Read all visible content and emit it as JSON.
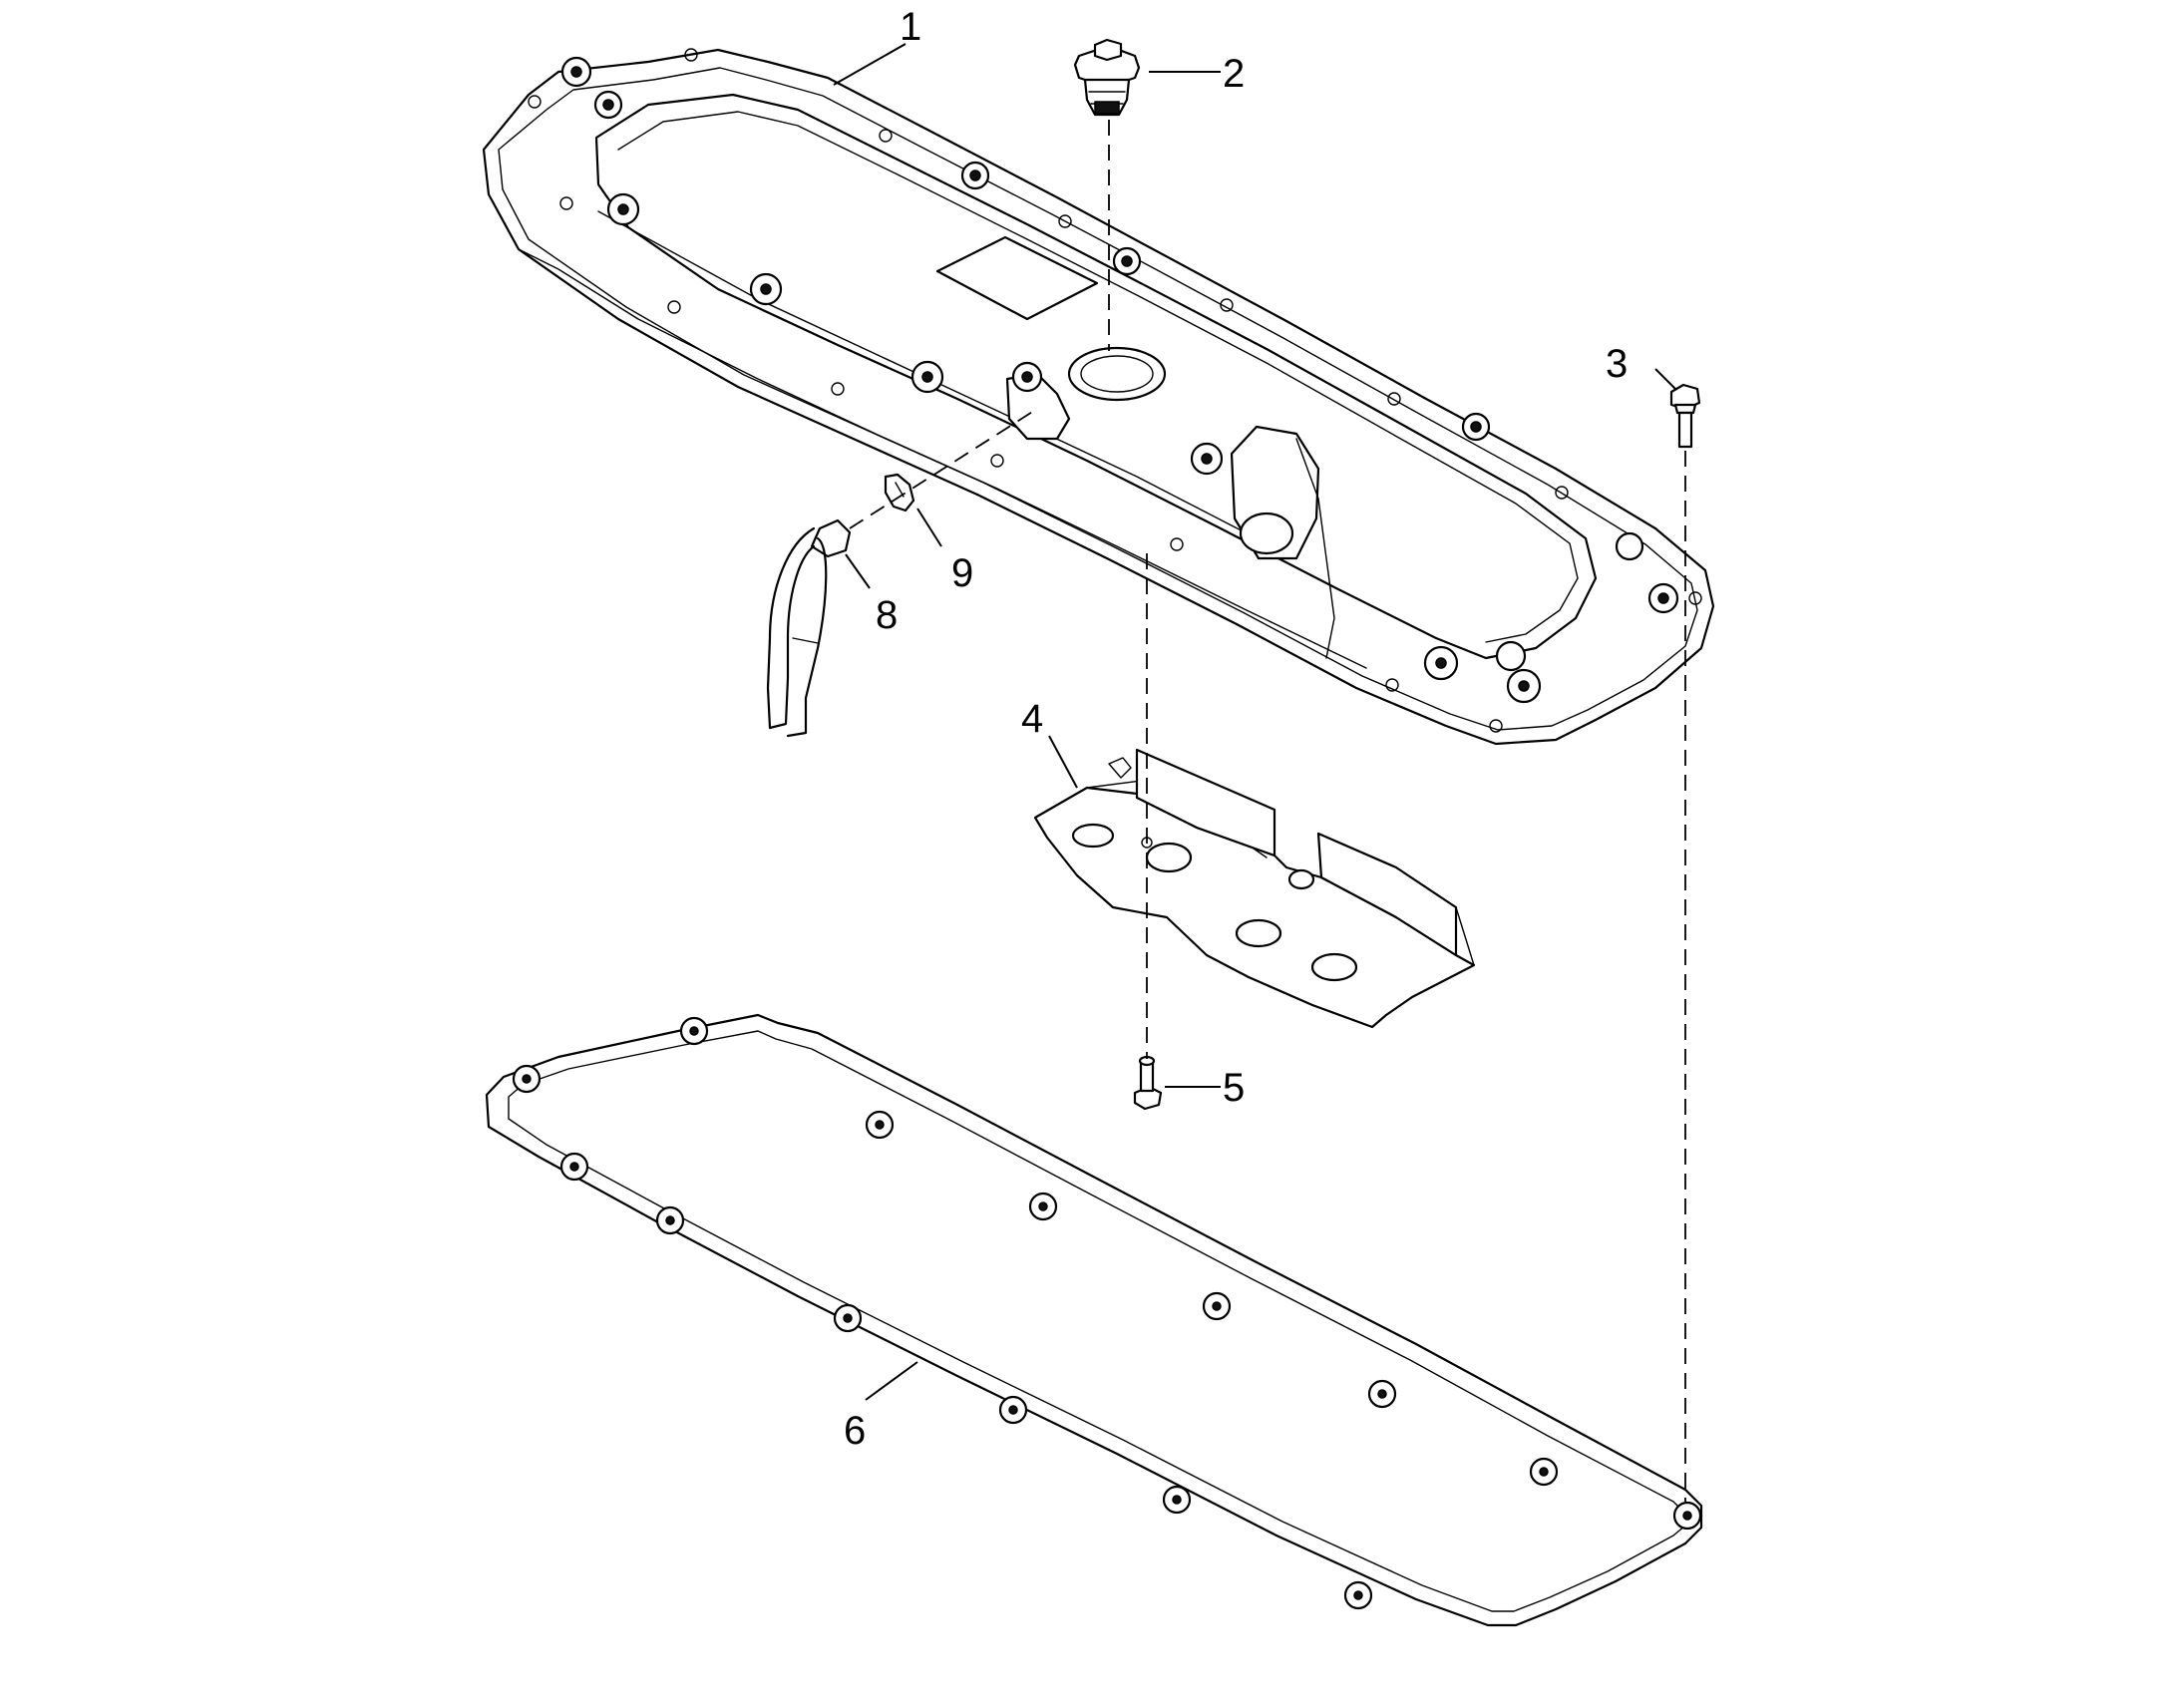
{
  "callouts": [
    {
      "id": "1",
      "label": "1"
    },
    {
      "id": "2",
      "label": "2"
    },
    {
      "id": "3",
      "label": "3"
    },
    {
      "id": "4",
      "label": "4"
    },
    {
      "id": "5",
      "label": "5"
    },
    {
      "id": "6",
      "label": "6"
    },
    {
      "id": "8",
      "label": "8"
    },
    {
      "id": "9",
      "label": "9"
    }
  ]
}
